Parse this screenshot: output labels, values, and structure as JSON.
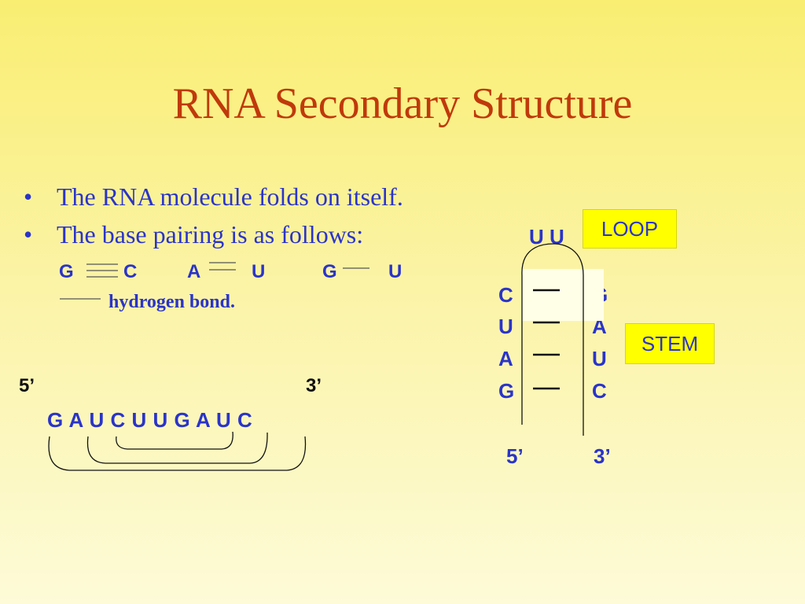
{
  "title": "RNA Secondary Structure",
  "bullets": [
    "The RNA molecule folds on itself.",
    "The base pairing is as follows:"
  ],
  "base_pairs": {
    "pair1": {
      "left": "G",
      "right": "C"
    },
    "pair2": {
      "left": "A",
      "right": "U"
    },
    "pair3": {
      "left": "G",
      "right": "U"
    }
  },
  "bond_legend": "hydrogen bond.",
  "linear_strand": {
    "five_prime": "5’",
    "three_prime": "3’",
    "sequence": "G A U C U U G A U C"
  },
  "hairpin": {
    "loop_bases": "U U",
    "left_strand": [
      "C",
      "U",
      "A",
      "G"
    ],
    "right_strand": [
      "G",
      "A",
      "U",
      "C"
    ],
    "five_prime": "5’",
    "three_prime": "3’",
    "loop_label": "LOOP",
    "stem_label": "STEM"
  },
  "colors": {
    "title": "#c0390b",
    "text": "#2a34c9",
    "tag_background": "#ffff00"
  }
}
